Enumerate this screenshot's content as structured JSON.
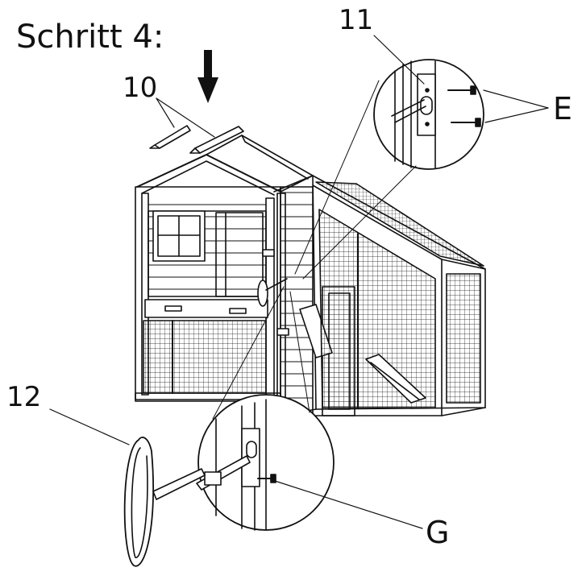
{
  "step": {
    "title": "Schritt 4:"
  },
  "parts": {
    "part_10": "10",
    "part_11": "11",
    "part_12": "12",
    "part_e": "E",
    "part_g": "G"
  },
  "colors": {
    "line": "#111111",
    "background": "#ffffff"
  }
}
